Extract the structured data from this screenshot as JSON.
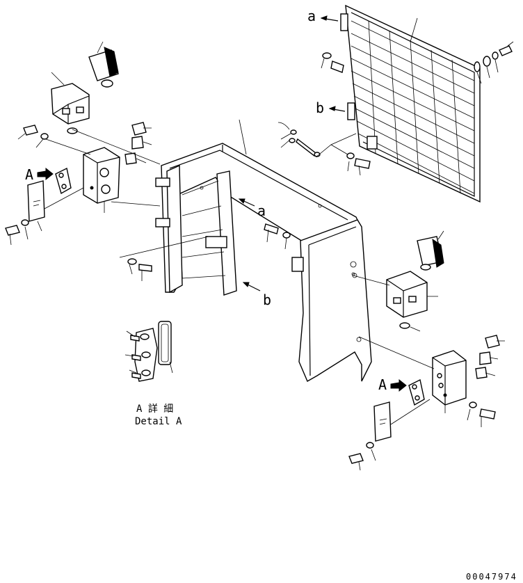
{
  "labels": {
    "detail_a": "A",
    "detail_b": "A",
    "ref_a_top": "a",
    "ref_b_top": "b",
    "ref_a_mid": "a",
    "ref_b_mid": "b",
    "detail_title_jp": "A 詳 細",
    "detail_title_en": "Detail A",
    "drawing_number": "00047974"
  }
}
